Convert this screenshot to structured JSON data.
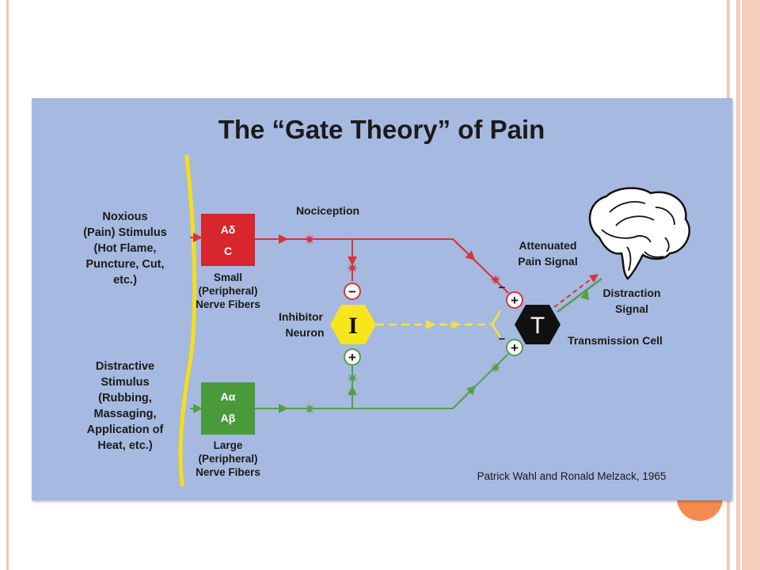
{
  "title": "The “Gate Theory” of Pain",
  "labels": {
    "noxious": [
      "Noxious",
      "(Pain) Stimulus",
      "(Hot Flame,",
      "Puncture, Cut,",
      "etc.)"
    ],
    "distractive": [
      "Distractive",
      "Stimulus",
      "(Rubbing,",
      "Massaging,",
      "Application of",
      "Heat, etc.)"
    ],
    "small_fibers": [
      "Small",
      "(Peripheral)",
      "Nerve Fibers"
    ],
    "large_fibers": [
      "Large",
      "(Peripheral)",
      "Nerve Fibers"
    ],
    "nociception": "Nociception",
    "inhibitor": [
      "Inhibitor",
      "Neuron"
    ],
    "attenuated": [
      "Attenuated",
      "Pain Signal"
    ],
    "distraction": [
      "Distraction",
      "Signal"
    ],
    "transmission": "Transmission Cell",
    "credit": "Patrick Wahl and Ronald Melzack, 1965"
  },
  "boxes": {
    "small_top": "Aδ",
    "small_bottom": "C",
    "large_top": "Aα",
    "large_bottom": "Aβ"
  },
  "nodes": {
    "inhibitor": "I",
    "transmission": "T",
    "minus": "−",
    "plus": "+"
  },
  "colors": {
    "panel": "#a6b9e0",
    "red_path": "#d7343c",
    "green_path": "#52a047",
    "yellow_path": "#f5e33b",
    "small_box": "#d7262e",
    "large_box": "#4a9a3b",
    "inhibitor": "#f7e61c",
    "transmission": "#111111",
    "stimulus_line": "#f4df1a",
    "accent_circle": "#f58a4f"
  }
}
